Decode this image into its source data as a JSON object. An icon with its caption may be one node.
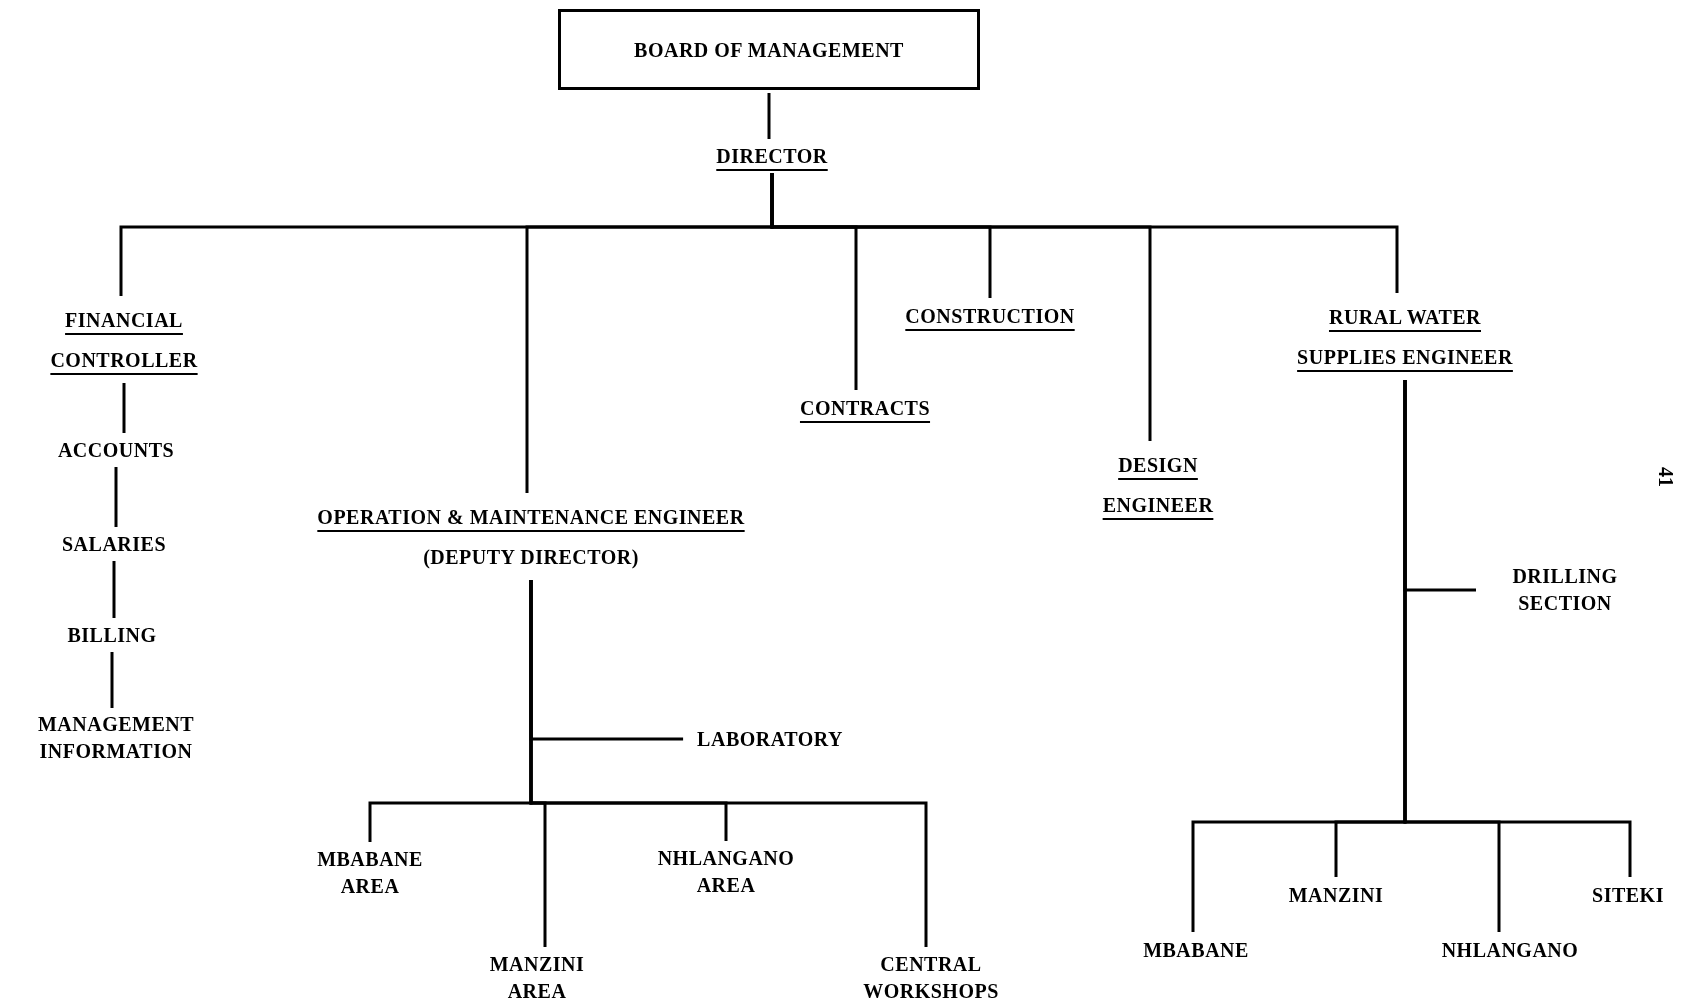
{
  "diagram": {
    "nodes": [
      {
        "text": [
          "BOARD OF MANAGEMENT"
        ]
      },
      {
        "text": [
          "DIRECTOR"
        ]
      },
      {
        "text": [
          "FINANCIAL CONTROLLER"
        ]
      },
      {
        "text": [
          "ACCOUNTS"
        ]
      },
      {
        "text": [
          "SALARIES"
        ]
      },
      {
        "text": [
          "BILLING"
        ]
      },
      {
        "text": [
          "MANAGEMENT INFORMATION"
        ]
      },
      {
        "text": [
          "OPERATION & MAINTENANCE ENGINEER",
          "(DEPUTY DIRECTOR)"
        ]
      },
      {
        "text": [
          "LABORATORY"
        ]
      },
      {
        "text": [
          "MBABANE AREA"
        ]
      },
      {
        "text": [
          "MANZINI AREA"
        ]
      },
      {
        "text": [
          "NHLANGANO AREA"
        ]
      },
      {
        "text": [
          "CENTRAL WORKSHOPS"
        ]
      },
      {
        "text": [
          "CONTRACTS"
        ]
      },
      {
        "text": [
          "CONSTRUCTION"
        ]
      },
      {
        "text": [
          "DESIGN ENGINEER"
        ]
      },
      {
        "text": [
          "RURAL WATER SUPPLIES ENGINEER"
        ]
      },
      {
        "text": [
          "DRILLING SECTION"
        ]
      },
      {
        "text": [
          "MBABANE"
        ]
      },
      {
        "text": [
          "MANZINI"
        ]
      },
      {
        "text": [
          "NHLANGANO"
        ]
      },
      {
        "text": [
          "SITEKI"
        ]
      }
    ],
    "edges": [
      {
        "from": 0,
        "to": 1,
        "arrow": "none"
      },
      {
        "from": 1,
        "to": 2,
        "arrow": "none"
      },
      {
        "from": 1,
        "to": 7,
        "arrow": "none"
      },
      {
        "from": 1,
        "to": 13,
        "arrow": "none"
      },
      {
        "from": 1,
        "to": 14,
        "arrow": "none"
      },
      {
        "from": 1,
        "to": 15,
        "arrow": "none"
      },
      {
        "from": 1,
        "to": 16,
        "arrow": "none"
      },
      {
        "from": 2,
        "to": 3,
        "arrow": "none"
      },
      {
        "from": 3,
        "to": 4,
        "arrow": "none"
      },
      {
        "from": 4,
        "to": 5,
        "arrow": "none"
      },
      {
        "from": 5,
        "to": 6,
        "arrow": "none"
      },
      {
        "from": 7,
        "to": 8,
        "arrow": "none"
      },
      {
        "from": 7,
        "to": 9,
        "arrow": "none"
      },
      {
        "from": 7,
        "to": 10,
        "arrow": "none"
      },
      {
        "from": 7,
        "to": 11,
        "arrow": "none"
      },
      {
        "from": 7,
        "to": 12,
        "arrow": "none"
      },
      {
        "from": 16,
        "to": 17,
        "arrow": "none"
      },
      {
        "from": 16,
        "to": 18,
        "arrow": "none"
      },
      {
        "from": 16,
        "to": 19,
        "arrow": "none"
      },
      {
        "from": 16,
        "to": 20,
        "arrow": "none"
      },
      {
        "from": 16,
        "to": 21,
        "arrow": "none"
      }
    ],
    "labels": [
      "41"
    ]
  }
}
